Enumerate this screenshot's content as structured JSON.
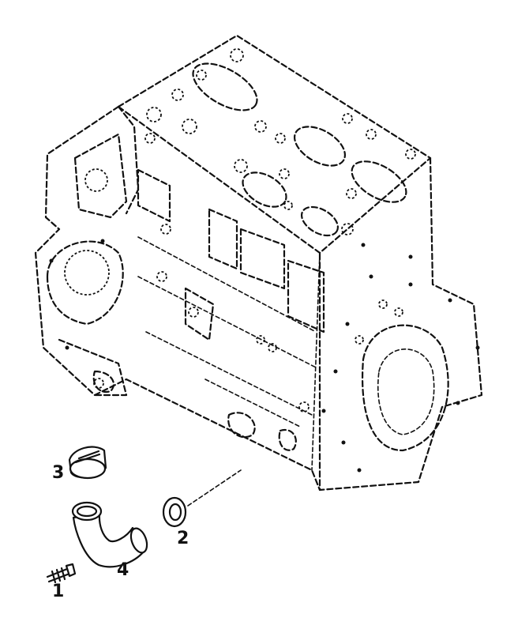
{
  "diagram": {
    "callouts": [
      {
        "id": "1",
        "label": "1"
      },
      {
        "id": "2",
        "label": "2"
      },
      {
        "id": "3",
        "label": "3"
      },
      {
        "id": "4",
        "label": "4"
      }
    ],
    "parts": [
      {
        "callout": "1",
        "icon": "bolt-icon"
      },
      {
        "callout": "2",
        "icon": "gasket-ring-icon"
      },
      {
        "callout": "3",
        "icon": "filler-cap-icon"
      },
      {
        "callout": "4",
        "icon": "elbow-tube-icon"
      }
    ],
    "main_assembly_icon": "engine-block-icon",
    "line_color": "#111111",
    "background_color": "#ffffff"
  }
}
